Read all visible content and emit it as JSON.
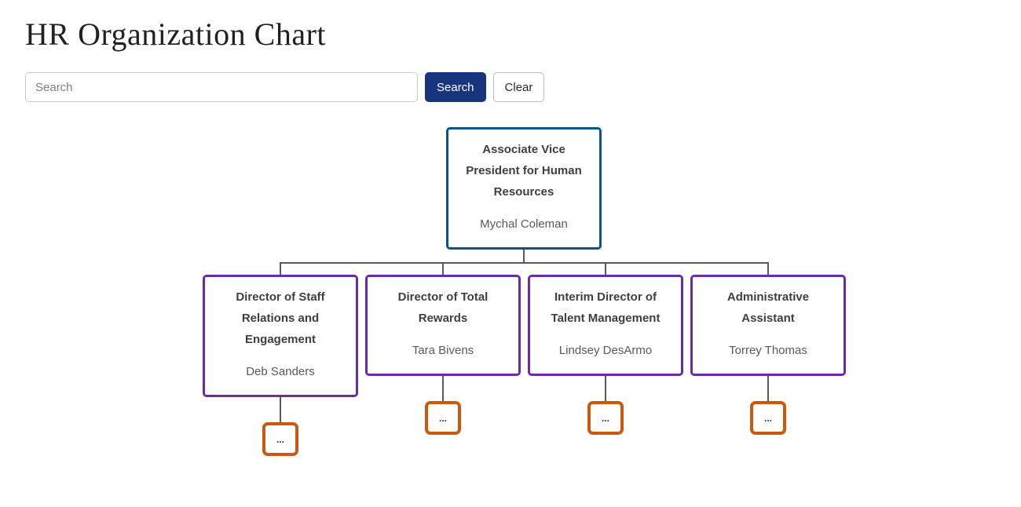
{
  "page": {
    "title": "HR Organization Chart"
  },
  "search": {
    "placeholder": "Search",
    "value": "",
    "search_label": "Search",
    "clear_label": "Clear"
  },
  "colors": {
    "root_node_border": "#0d5486",
    "child_node_border": "#6d2c9e",
    "expand_button_border": "#c75a10",
    "search_button_bg": "#17357c",
    "connector_line": "#595959"
  },
  "org_chart": {
    "root": {
      "title": "Associate Vice President for Human Resources",
      "name": "Mychal Coleman"
    },
    "children": [
      {
        "title": "Director of Staff Relations and Engagement",
        "name": "Deb Sanders",
        "expand_label": "..."
      },
      {
        "title": "Director of Total Rewards",
        "name": "Tara Bivens",
        "expand_label": "..."
      },
      {
        "title": "Interim Director of Talent Management",
        "name": "Lindsey DesArmo",
        "expand_label": "..."
      },
      {
        "title": "Administrative Assistant",
        "name": "Torrey Thomas",
        "expand_label": "..."
      }
    ]
  }
}
